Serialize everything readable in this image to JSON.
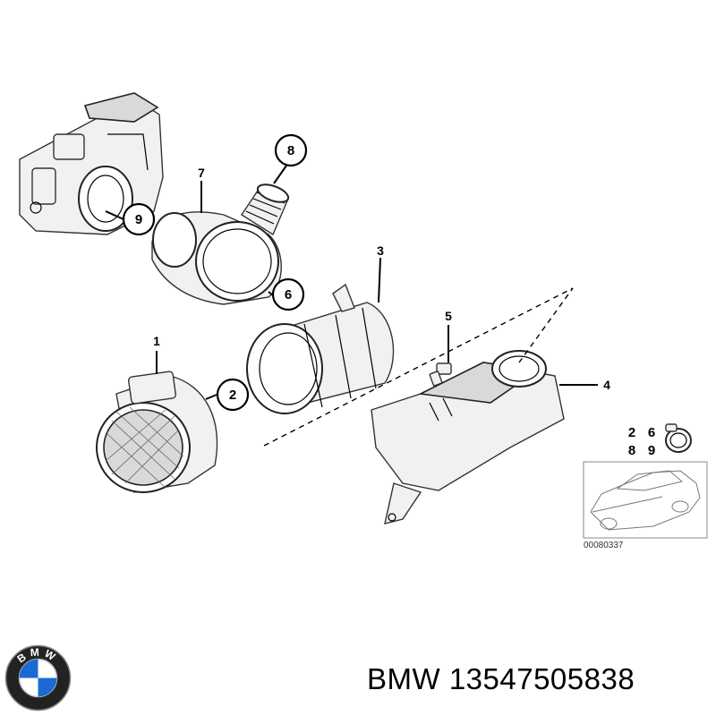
{
  "callouts": {
    "c1": "1",
    "c2": "2",
    "c3": "3",
    "c4": "4",
    "c5": "5",
    "c6": "6",
    "c7": "7",
    "c8": "8",
    "c9": "9"
  },
  "legend": {
    "n1": "2",
    "n2": "6",
    "n3": "8",
    "n4": "9"
  },
  "diagram_code": "00080337",
  "footer": {
    "brand": "BMW",
    "part_number": "13547505838",
    "full": "BMW 13547505838"
  },
  "logo": {
    "letters": "BMW",
    "blue": "#1c69d4"
  }
}
